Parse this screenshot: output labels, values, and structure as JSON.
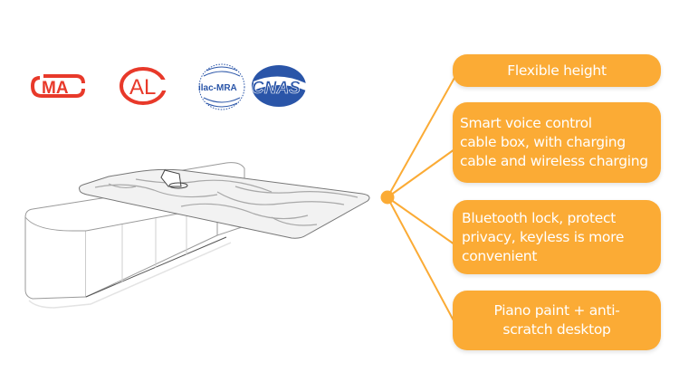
{
  "logos": [
    {
      "name": "CMA",
      "text": "MA",
      "color": "#e8392a"
    },
    {
      "name": "CAL",
      "text": "AL",
      "color": "#e8392a"
    },
    {
      "name": "ilac-MRA",
      "text": "ilac-MRA",
      "color": "#2a55a8"
    },
    {
      "name": "CNAS",
      "text": "CNAS",
      "color": "#2a55a8"
    }
  ],
  "accent_color": "#fbab35",
  "features": [
    {
      "label": "Flexible height"
    },
    {
      "label": "Smart voice control cable box, with charging cable and wireless charging",
      "lines": [
        "Smart voice control",
        "cable box, with charging",
        "cable and wireless charging"
      ]
    },
    {
      "label": "Bluetooth lock, protect privacy, keyless is more convenient",
      "lines": [
        "Bluetooth lock, protect",
        "privacy, keyless is more",
        "convenient"
      ]
    },
    {
      "label": "Piano paint + anti-scratch desktop",
      "lines": [
        "Piano paint + anti-",
        "scratch desktop"
      ]
    }
  ]
}
